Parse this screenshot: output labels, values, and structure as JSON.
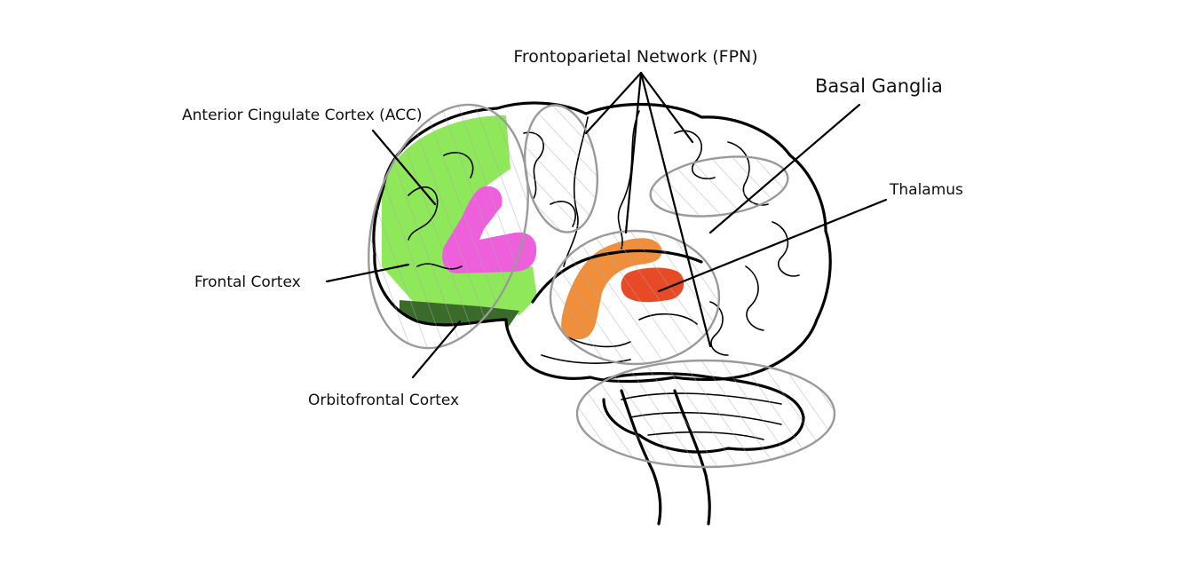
{
  "labels": {
    "fpn": "Frontoparietal Network (FPN)",
    "basal_ganglia": "Basal Ganglia",
    "acc": "Anterior Cingulate Cortex (ACC)",
    "thalamus": "Thalamus",
    "frontal_cortex": "Frontal Cortex",
    "orbitofrontal_cortex": "Orbitofrontal Cortex"
  },
  "colors": {
    "frontal_cortex": "#8ee85a",
    "orbitofrontal_cortex": "#3b6b2a",
    "acc": "#ee5fdc",
    "basal_ganglia": "#ef8f3c",
    "thalamus": "#e84a27",
    "network_outline": "#9a9a9a",
    "hatch": "#a8a8a8"
  }
}
